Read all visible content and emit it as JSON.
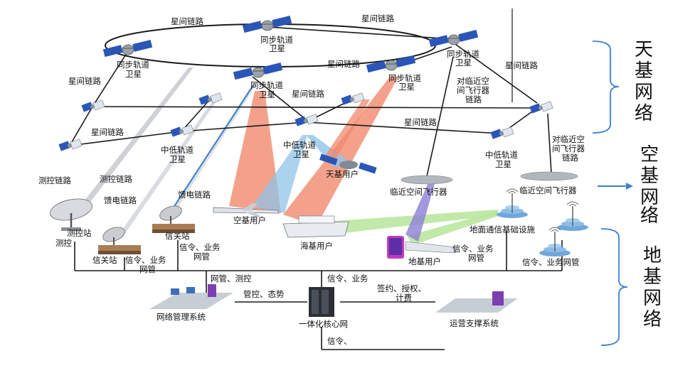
{
  "colors": {
    "beam_red": "#f08a6e",
    "beam_blue": "#8fc4e8",
    "beam_green": "#b6e59a",
    "beam_purple": "#8c7fd6",
    "bracket_blue": "#3d7fd0",
    "arrow_blue": "#3d7fd0",
    "solar_panel": "#2b56b8"
  },
  "labels": {
    "isl_top_left": "星间链路",
    "isl_top_right": "星间链路",
    "isl_left": "星间链路",
    "isl_mid": "星间链路",
    "isl_center": "星间链路",
    "isl_right": "星间链路",
    "isl_meo_mid": "星间链路",
    "isl_low_left": "星间链路",
    "geo_1": [
      "同步轨道",
      "卫星"
    ],
    "geo_2": [
      "同步轨道",
      "卫星"
    ],
    "geo_3": [
      "同步轨道",
      "卫星"
    ],
    "geo_4": [
      "同步轨道",
      "卫星"
    ],
    "geo_5": [
      "同步轨道",
      "卫星"
    ],
    "near_space_link_1": [
      "对临近空",
      "间飞行器",
      "链路"
    ],
    "near_space_link_2": [
      "对临近空",
      "间飞行器",
      "链路"
    ],
    "meo_1": [
      "中低轨道",
      "卫星"
    ],
    "meo_2": [
      "中低轨道",
      "卫星"
    ],
    "meo_3": [
      "中低轨道",
      "卫星"
    ],
    "tt_link_1": "测控链路",
    "tt_link_2": "测控链路",
    "feeder_link_1": "馈电链路",
    "feeder_link_2": "馈电链路",
    "space_user": "天基用户",
    "near_space_aircraft_1": "临近空间飞行器",
    "near_space_aircraft_2": "临近空间飞行器",
    "air_user": "空基用户",
    "sea_user": "海基用户",
    "ground_user": "地基用户",
    "tt_station": "测控站",
    "tt_label": "测控",
    "gateway_1": "信关站",
    "gateway_2": "信关站",
    "ground_infra": "地面通信基础设施",
    "sig_bus_1": [
      "信令、业务",
      "网管"
    ],
    "sig_bus_2": [
      "信令、业务",
      "网管"
    ],
    "sig_bus_3": [
      "信令、业务",
      "网管"
    ],
    "sig_bus_4": "信令、业务网管",
    "net_mgmt_tt": "网管、测控",
    "sig_bus_core": "信令、业务",
    "control_situation": "管控、态势",
    "billing": [
      "签约、授权、",
      "计费"
    ],
    "net_mgmt_system": "网络管理系统",
    "core_network": "一体化核心网",
    "ops_support": "运营支撑系统",
    "bottom_sig": "信令、"
  },
  "side_labels": {
    "space_network": [
      "天",
      "基",
      "网",
      "络"
    ],
    "air_network": [
      "空",
      "基",
      "网",
      "络"
    ],
    "ground_network": [
      "地",
      "基",
      "网",
      "络"
    ]
  }
}
